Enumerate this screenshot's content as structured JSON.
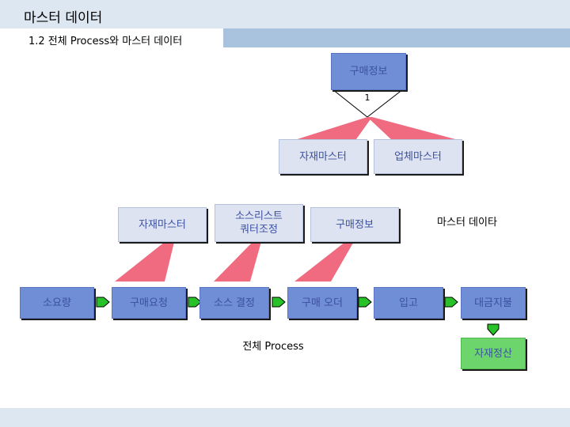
{
  "header": {
    "title": "마스터 데이터",
    "subtitle": "1.2 전체 Process와 마스터 데이터"
  },
  "top": {
    "purchase_info": "구매정보",
    "link_label": "1",
    "material_master": "자재마스터",
    "vendor_master": "업체마스터"
  },
  "middle": {
    "material_master": "자재마스터",
    "source_list_line1": "소스리스트",
    "source_list_line2": "쿼터조정",
    "purchase_info": "구매정보",
    "master_data_label": "마스터 데이타"
  },
  "process": {
    "steps": [
      "소요량",
      "구매요청",
      "소스 결정",
      "구매 오더",
      "입고",
      "대금지불"
    ],
    "caption": "전체 Process",
    "final_step": "자재정산"
  },
  "colors": {
    "box_blue": "#6f8ed6",
    "box_pale": "#dde3f1",
    "wedge": "#f06a80",
    "arrow_green": "#27c227",
    "final_green": "#6cd66c"
  }
}
